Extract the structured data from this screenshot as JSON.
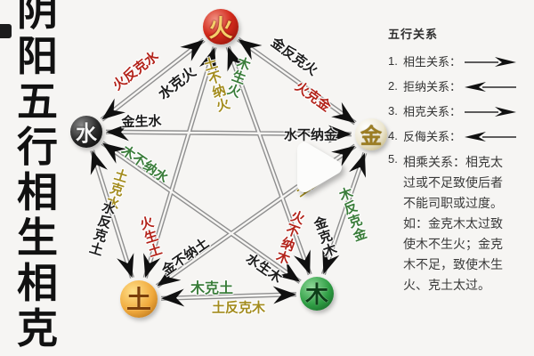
{
  "page": {
    "vertical_title": "阴阳五行相生相克"
  },
  "player": {
    "play_button": "play"
  },
  "diagram": {
    "nodes": {
      "fire": {
        "char": "火",
        "color": "#c9241b"
      },
      "metal": {
        "char": "金",
        "color": "#e9e3cd"
      },
      "wood": {
        "char": "木",
        "color": "#2f9e44"
      },
      "earth": {
        "char": "土",
        "color": "#f0a93c"
      },
      "water": {
        "char": "水",
        "color": "#151515"
      }
    },
    "labels": {
      "shui_ke_huo": "水克火",
      "huo_fan_ke_shui": "火反克水",
      "huo_ke_jin": "火克金",
      "jin_fan_ke_huo": "金反克火",
      "jin_ke_mu": "金克木",
      "mu_fan_ke_jin": "木反克金",
      "mu_ke_tu": "木克土",
      "tu_fan_ke_mu": "土反克木",
      "tu_ke_shui": "土克水",
      "shui_fan_ke_tu": "水反克土",
      "mu_sheng_huo": "木生火",
      "huo_bu_na_mu": "火不纳木",
      "huo_sheng_tu": "火生土",
      "tu_bu_na_huo": "土不纳火",
      "tu_sheng_jin": "土生金",
      "jin_bu_na_tu": "金不纳土",
      "jin_sheng_shui": "金生水",
      "shui_bu_na_jin": "水不纳金",
      "shui_sheng_mu": "水生木",
      "mu_bu_na_shui": "木不纳水"
    },
    "label_colors": {
      "fire": "#b3231a",
      "water_metal": "#1d1d1d",
      "wood": "#3a7d3a",
      "earth": "#a38c1e"
    }
  },
  "legend": {
    "title": "五行关系",
    "items": [
      {
        "num": "1.",
        "label": "相生关系：",
        "arrow": "right-arrow"
      },
      {
        "num": "2.",
        "label": "拒纳关系：",
        "arrow": "left-arrow"
      },
      {
        "num": "3.",
        "label": "相克关系：",
        "arrow": "right-arrow"
      },
      {
        "num": "4.",
        "label": "反侮关系：",
        "arrow": "left-arrow"
      },
      {
        "num": "5.",
        "label": "相乘关系：相克太过或不足致使后者不能司职或过度。如：金克木太过致使木不生火；金克木不足，致使木生火、克土太过。"
      }
    ]
  }
}
